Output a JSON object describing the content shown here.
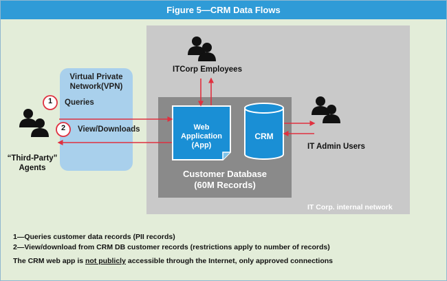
{
  "title": "Figure 5—CRM Data Flows",
  "vpn_label": [
    "Virtual Private",
    "Network(VPN)"
  ],
  "step1_number": "1",
  "step1_label": "Queries",
  "step2_number": "2",
  "step2_label": "View/Downloads",
  "agents_label": [
    "“Third-Party”",
    "Agents"
  ],
  "employees_label": "ITCorp Employees",
  "webapp_label": [
    "Web",
    "Application",
    "(App)"
  ],
  "crm_label": "CRM",
  "admin_label": "IT Admin Users",
  "database_label": [
    "Customer Database",
    "(60M Records)"
  ],
  "internal_network_label": "IT Corp. internal network",
  "notes": {
    "line1": "1—Queries customer data records (PII records)",
    "line2": "2—View/download from CRM DB customer records (restrictions apply to number of records)",
    "line3_before": "The CRM web app is ",
    "line3_emph": "not publicly",
    "line3_after": " accessible through the Internet, only approved connections"
  },
  "colors": {
    "header_blue": "#2f9bd7",
    "page_green": "#e3edd9",
    "network_gray": "#c9c9c9",
    "database_gray": "#8a8a8a",
    "vpn_blue": "#a9d0ec",
    "accent_blue": "#1a8fd5",
    "flow_red": "#e0303f"
  },
  "icons": [
    "people-icon",
    "document-icon",
    "database-cylinder-icon",
    "arrow-icon"
  ]
}
